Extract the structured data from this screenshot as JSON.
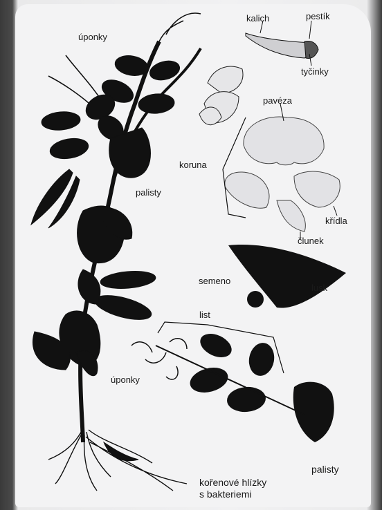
{
  "labels": {
    "uponky_top": "úponky",
    "kalich": "kalich",
    "pestik": "pestík",
    "tycinky": "tyčinky",
    "paveza": "pavéza",
    "koruna": "koruna",
    "palisty_top": "palisty",
    "kridla": "křídla",
    "clunek": "člunek",
    "semeno": "semeno",
    "lusk": "lusk",
    "list": "list",
    "uponky_bottom": "úponky",
    "palisty_bottom": "palisty",
    "korenove_line1": "kořenové hlízky",
    "korenove_line2": "s bakteriemi"
  },
  "colors": {
    "ink": "#111111",
    "paper": "#f3f3f4",
    "petal": "#d9d9dc"
  }
}
